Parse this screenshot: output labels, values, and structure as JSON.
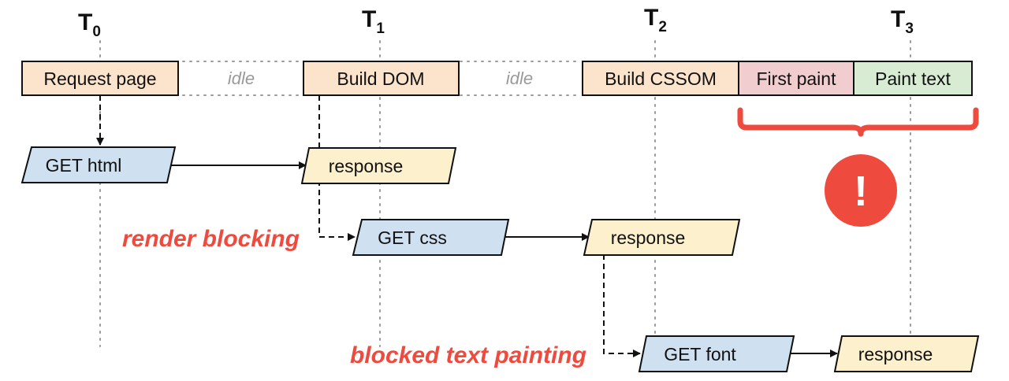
{
  "time_markers": [
    {
      "base": "T",
      "sub": "0"
    },
    {
      "base": "T",
      "sub": "1"
    },
    {
      "base": "T",
      "sub": "2"
    },
    {
      "base": "T",
      "sub": "3"
    }
  ],
  "main_thread": {
    "request_page": "Request page",
    "idle_1": "idle",
    "build_dom": "Build DOM",
    "idle_2": "idle",
    "build_cssom": "Build CSSOM",
    "first_paint": "First paint",
    "paint_text": "Paint text"
  },
  "network": {
    "get_html": "GET html",
    "response_html": "response",
    "get_css": "GET css",
    "response_css": "response",
    "get_font": "GET font",
    "response_font": "response"
  },
  "annotations": {
    "render_blocking": "render blocking",
    "blocked_text_painting": "blocked text painting",
    "alert_symbol": "!"
  },
  "colors": {
    "orange_fill": "#fbe3cc",
    "pink_fill": "#f2cdd0",
    "green_fill": "#d7ecd3",
    "blue_fill": "#cfe0f1",
    "yellow_fill": "#fdf1cd",
    "alert_red": "#ef4a3e"
  },
  "icons": {
    "alert": "exclamation-circle-icon"
  }
}
